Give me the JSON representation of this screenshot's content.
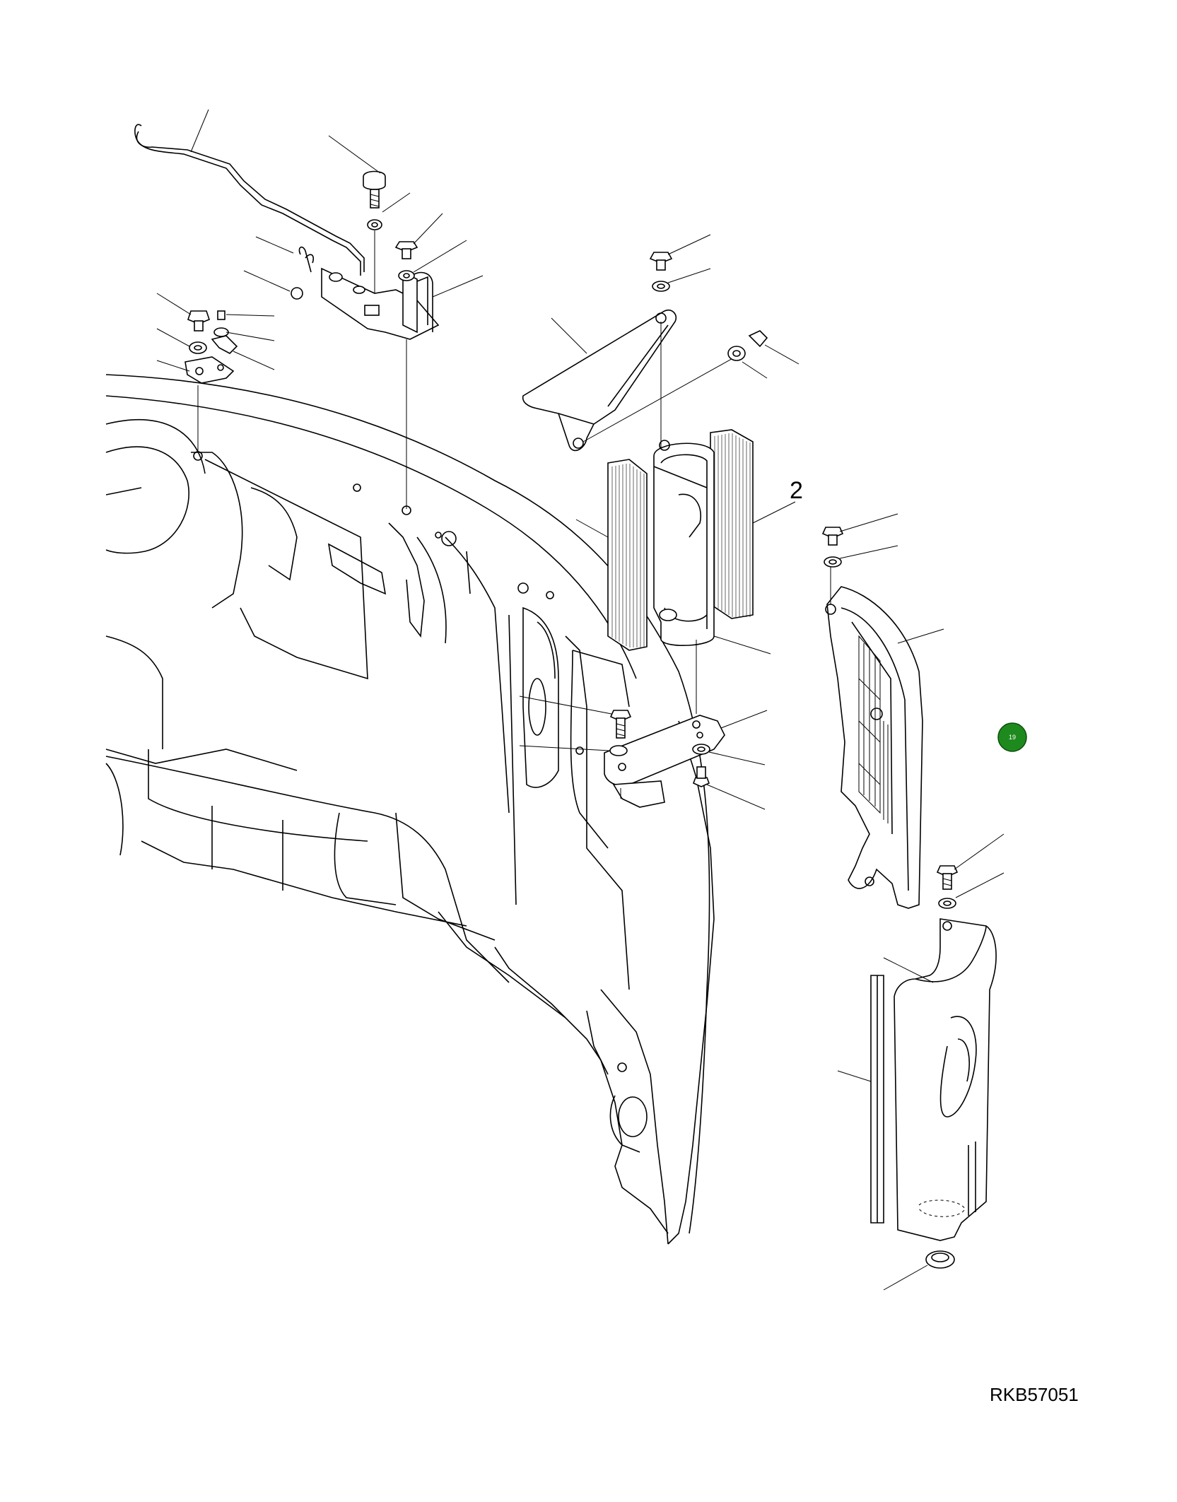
{
  "diagram": {
    "callout_label": "2",
    "marker_label": "19",
    "marker_color": "#1e8a1e",
    "drawing_code": "RKB57051"
  }
}
